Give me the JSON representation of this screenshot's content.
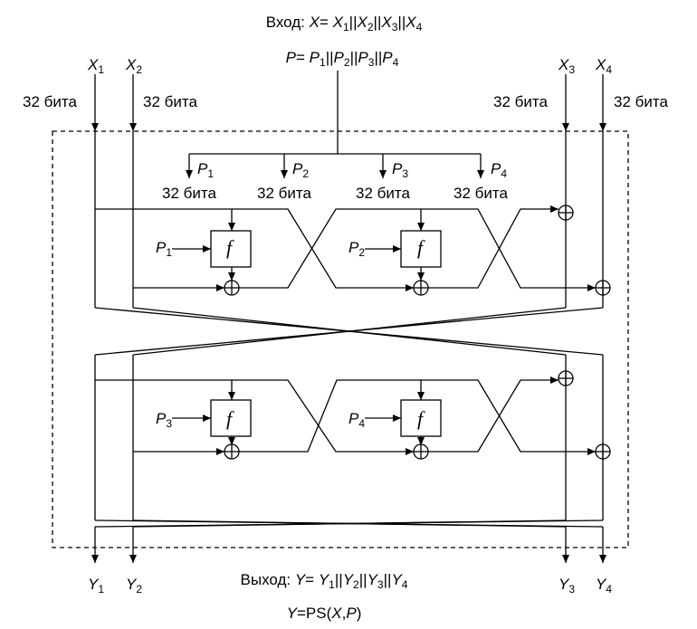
{
  "input": {
    "line1_prefix": "Вход: ",
    "line1_var": "X",
    "line1_eq": "= ",
    "parts_x": [
      "X",
      "X",
      "X",
      "X"
    ],
    "subs": [
      "1",
      "2",
      "3",
      "4"
    ],
    "sep": "||",
    "line2_var": "P",
    "line2_eq": "= ",
    "parts_p": [
      "P",
      "P",
      "P",
      "P"
    ]
  },
  "inputs": {
    "x1": {
      "name": "X",
      "sub": "1"
    },
    "x2": {
      "name": "X",
      "sub": "2"
    },
    "x3": {
      "name": "X",
      "sub": "3"
    },
    "x4": {
      "name": "X",
      "sub": "4"
    },
    "bits": "32 бита"
  },
  "subkeys": [
    {
      "name": "P",
      "sub": "1",
      "bits": "32 бита"
    },
    {
      "name": "P",
      "sub": "2",
      "bits": "32 бита"
    },
    {
      "name": "P",
      "sub": "3",
      "bits": "32 бита"
    },
    {
      "name": "P",
      "sub": "4",
      "bits": "32 бита"
    }
  ],
  "rounds": [
    {
      "left_key": {
        "name": "P",
        "sub": "1"
      },
      "right_key": {
        "name": "P",
        "sub": "2"
      },
      "func": "f"
    },
    {
      "left_key": {
        "name": "P",
        "sub": "3"
      },
      "right_key": {
        "name": "P",
        "sub": "4"
      },
      "func": "f"
    }
  ],
  "outputs": {
    "y1": {
      "name": "Y",
      "sub": "1"
    },
    "y2": {
      "name": "Y",
      "sub": "2"
    },
    "y3": {
      "name": "Y",
      "sub": "3"
    },
    "y4": {
      "name": "Y",
      "sub": "4"
    },
    "line1_prefix": "Выход: ",
    "line1_var": "Y",
    "line1_eq": "= ",
    "parts_y": [
      "Y",
      "Y",
      "Y",
      "Y"
    ],
    "formula_y": "Y",
    "formula_mid": "=PS(",
    "formula_x": "X",
    "formula_comma": ",",
    "formula_p": "P",
    "formula_end": ")"
  }
}
